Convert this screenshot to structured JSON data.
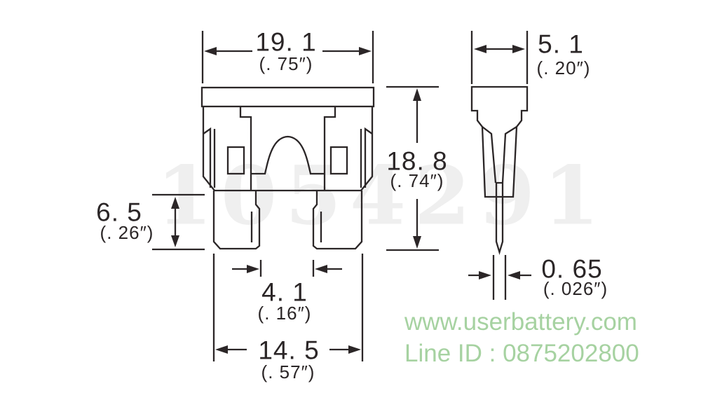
{
  "dims": {
    "d191": {
      "mm": "19. 1",
      "inch": "(. 75″)"
    },
    "d51": {
      "mm": "5. 1",
      "inch": "(. 20″)"
    },
    "d188": {
      "mm": "18. 8",
      "inch": "(. 74″)"
    },
    "d65": {
      "mm": "6. 5",
      "inch": "(. 26″)"
    },
    "d41": {
      "mm": "4. 1",
      "inch": "(. 16″)"
    },
    "d145": {
      "mm": "14. 5",
      "inch": "(. 57″)"
    },
    "d065": {
      "mm": "0. 65",
      "inch": "(. 026″)"
    }
  },
  "watermarks": {
    "faint_code": "1054291",
    "website": "www.userbattery.com",
    "line_id": "Line ID : 0875202800"
  },
  "colors": {
    "line": "#2b2627",
    "watermark_green": "#a6d2a1",
    "faint_gray": "#efefef"
  }
}
